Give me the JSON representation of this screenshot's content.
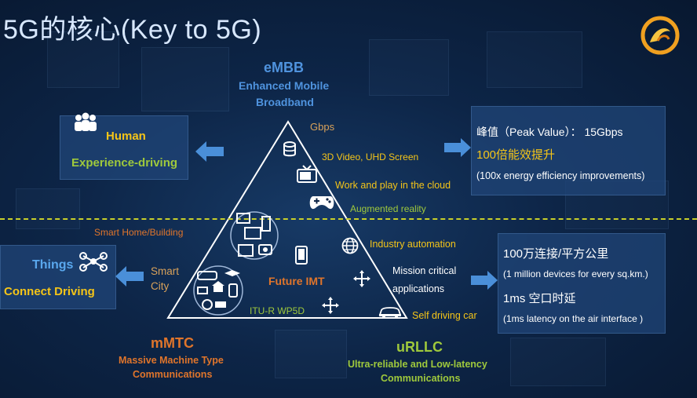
{
  "title": "5G的核心(Key to 5G)",
  "embb": {
    "name": "eMBB",
    "line1": "Enhanced Mobile",
    "line2": "Broadband"
  },
  "human_box": {
    "title": "Human",
    "subtitle": "Experience-driving"
  },
  "things_box": {
    "title": "Things",
    "subtitle": "Connect Driving"
  },
  "peak_box": {
    "line1": "峰值（Peak Value）： 15Gbps",
    "line2": "100倍能效提升",
    "line3": "(100x energy efficiency improvements)"
  },
  "density_box": {
    "line1": "100万连接/平方公里",
    "line2": "(1 million devices for every sq.km.)",
    "line3": "1ms 空口时延",
    "line4": "(1ms latency on the air interface )"
  },
  "triangle_labels": {
    "gbps": "Gbps",
    "video": "3D Video, UHD Screen",
    "cloud": "Work and play in the cloud",
    "ar": "Augmented reality",
    "smart_home": "Smart Home/Building",
    "smart_city_1": "Smart",
    "smart_city_2": "City",
    "industry": "Industry automation",
    "mission_1": "Mission critical",
    "mission_2": "applications",
    "future_imt": "Future IMT",
    "itu": "ITU-R WP5D",
    "self_driving": "Self driving car"
  },
  "mmtc": {
    "name": "mMTC",
    "line1": "Massive Machine Type",
    "line2": "Communications"
  },
  "urllc": {
    "name": "uRLLC",
    "line1": "Ultra-reliable and Low-latency",
    "line2": "Communications"
  },
  "colors": {
    "background": "#0d2547",
    "box": "#204678",
    "yellow": "#f5c518",
    "green": "#9fc93c",
    "orange": "#e0752b",
    "blue": "#4f93de",
    "arrow": "#4a8fd9",
    "dashed_line": "#c8cf2a"
  },
  "icons": [
    "people-icon",
    "drone-icon",
    "arrow-left-icon",
    "arrow-right-icon",
    "database-icon",
    "tv-icon",
    "gamepad-icon",
    "smarthome-cluster-icon",
    "tablet-icon",
    "globe-icon",
    "move-icon",
    "car-icon",
    "smartcity-cluster-icon",
    "logo-icon"
  ]
}
